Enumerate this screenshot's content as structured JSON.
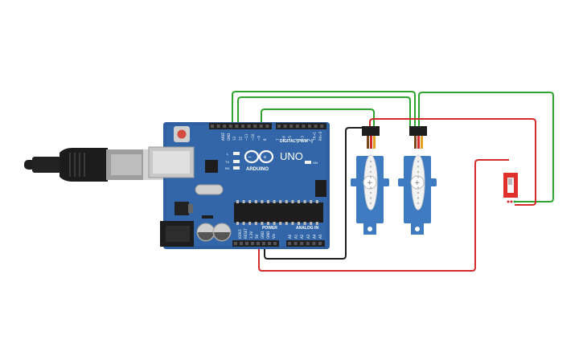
{
  "board": {
    "brand": "ARDUINO",
    "model": "UNO",
    "label_power": "POWER",
    "label_analog": "ANALOG IN",
    "label_digital": "DIGITAL (PWM ~)",
    "label_aref": "AREF",
    "label_gnd": "GND",
    "pins_digital_high": [
      "13",
      "12",
      "~11",
      "~10",
      "~9",
      "8"
    ],
    "pins_digital_low": [
      "7",
      "~6",
      "~5",
      "4",
      "~3",
      "2",
      "TX→1",
      "RX←0"
    ],
    "pins_power": [
      "IOREF",
      "RESET",
      "3.3V",
      "5V",
      "GND",
      "GND",
      "Vin"
    ],
    "pins_analog": [
      "A0",
      "A1",
      "A2",
      "A3",
      "A4",
      "A5"
    ],
    "led_tx": "TX",
    "led_rx": "RX",
    "led_l": "L",
    "led_on": "ON",
    "board_color": "#2f5fa0",
    "header_color": "#222222"
  },
  "components": {
    "servo_color": "#3f7bc1",
    "switch_color": "#e0302b"
  },
  "wires": {
    "signal_color": "#2fa52f",
    "power_color": "#d62b2b",
    "ground_color": "#1e1e1e"
  }
}
